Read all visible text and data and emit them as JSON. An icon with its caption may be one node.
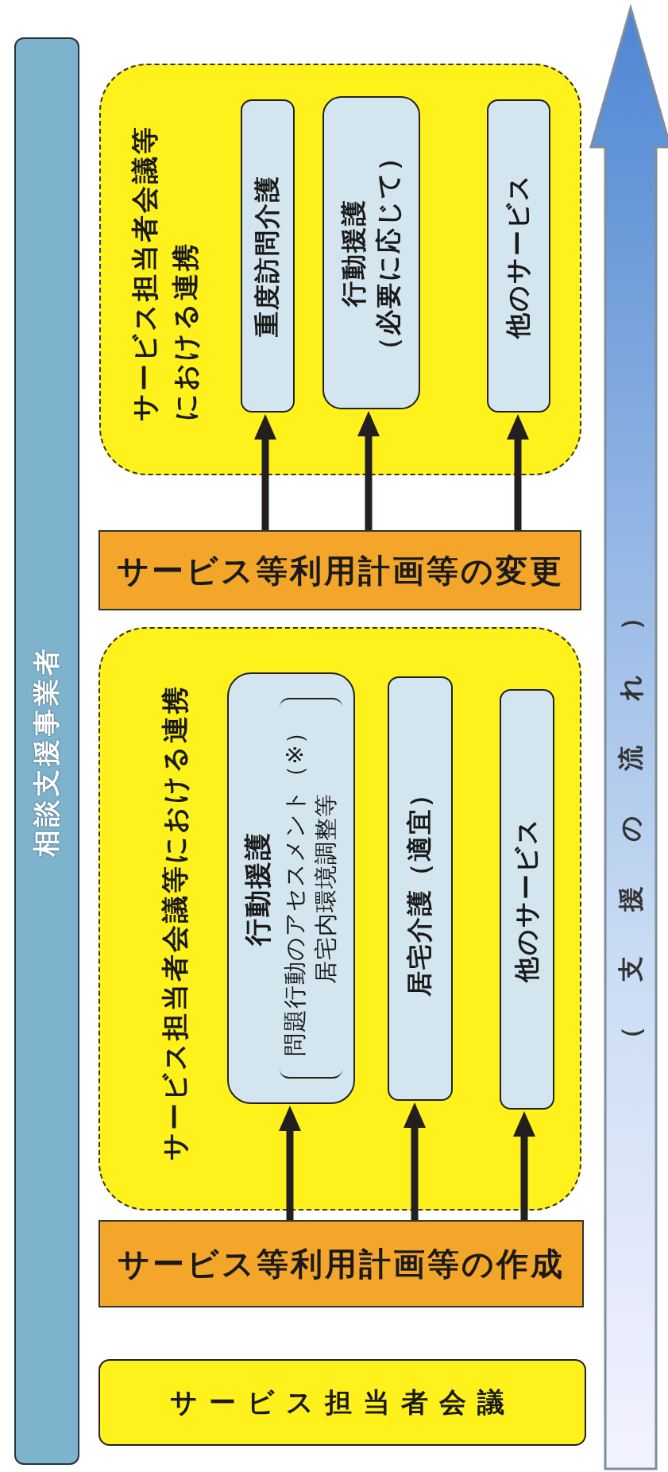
{
  "diagram": {
    "nodes": [
      {
        "text": [
          "相談支援事業者"
        ]
      },
      {
        "text": [
          "サービス担当者会議"
        ]
      },
      {
        "text": [
          "サービス等利用計画等の作成"
        ]
      },
      {
        "text": [
          "サービス担当者会議等における連携"
        ]
      },
      {
        "text": [
          "行動援護",
          "問題行動のアセスメント（※）",
          "居宅内環境調整等"
        ],
        "in": 3
      },
      {
        "text": [
          "居宅介護（適宜）"
        ],
        "in": 3
      },
      {
        "text": [
          "他のサービス"
        ],
        "in": 3
      },
      {
        "text": [
          "サービス等利用計画等の変更"
        ]
      },
      {
        "text": [
          "サービス担当者会議等における連携"
        ]
      },
      {
        "text": [
          "重度訪問介護"
        ],
        "in": 8
      },
      {
        "text": [
          "行動援護",
          "（必要に応じて）"
        ],
        "in": 8
      },
      {
        "text": [
          "他のサービス"
        ],
        "in": 8
      }
    ],
    "edges": [
      {
        "from": 2,
        "to": 4,
        "arrow": "to"
      },
      {
        "from": 2,
        "to": 5,
        "arrow": "to"
      },
      {
        "from": 2,
        "to": 6,
        "arrow": "to"
      },
      {
        "from": 7,
        "to": 9,
        "arrow": "to"
      },
      {
        "from": 7,
        "to": 10,
        "arrow": "to"
      },
      {
        "from": 7,
        "to": 11,
        "arrow": "to"
      }
    ],
    "labels": [
      "（支援の流れ）"
    ]
  }
}
